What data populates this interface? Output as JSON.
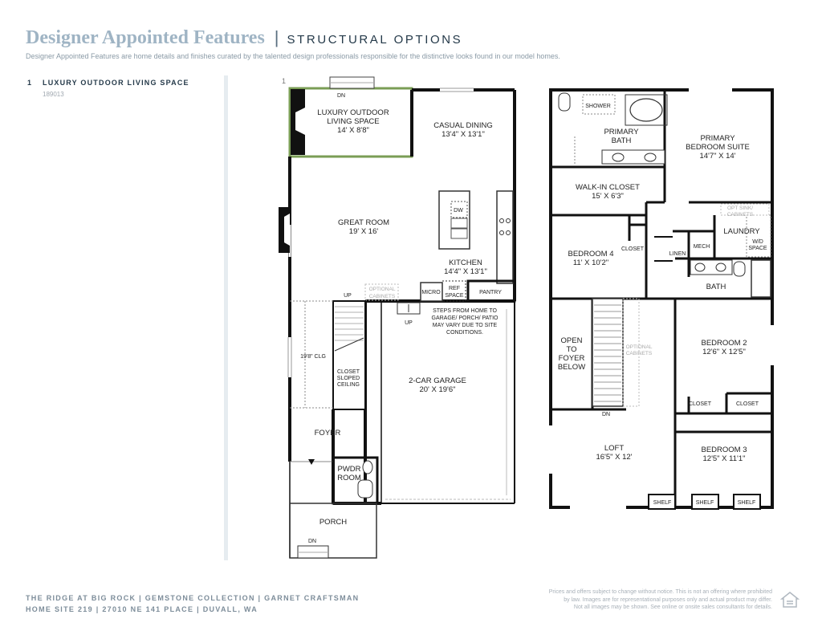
{
  "header": {
    "title": "Designer Appointed Features",
    "separator": "|",
    "subtitle": "STRUCTURAL OPTIONS",
    "description": "Designer Appointed Features are home details and finishes curated by the talented design professionals responsible for the distinctive looks found in our model homes."
  },
  "features": [
    {
      "number": "1",
      "name": "LUXURY OUTDOOR LIVING SPACE",
      "code": "189013"
    }
  ],
  "plan_marker": "1",
  "colors": {
    "highlight": "#7a9d55",
    "accent": "#9fb4c4",
    "navy": "#243949"
  },
  "first_floor": {
    "outdoor": [
      "LUXURY OUTDOOR",
      "LIVING SPACE",
      "14' X 8'8\""
    ],
    "dining": [
      "CASUAL DINING",
      "13'4\" X 13'1\""
    ],
    "great_room": [
      "GREAT ROOM",
      "19' X 16'"
    ],
    "kitchen": [
      "KITCHEN",
      "14'4\" X 13'1\""
    ],
    "dw": "DW",
    "micro": "MICRO",
    "ref": [
      "REF",
      "SPACE"
    ],
    "pantry": "PANTRY",
    "optional_cabinets": [
      "OPTIONAL",
      "CABINETS"
    ],
    "steps_note": [
      "STEPS FROM HOME TO",
      "GARAGE/ PORCH/ PATIO",
      "MAY VARY DUE TO SITE",
      "CONDITIONS."
    ],
    "garage": [
      "2-CAR GARAGE",
      "20' X 19'6\""
    ],
    "ceiling": "19'8\" CLG",
    "closet": [
      "CLOSET",
      "SLOPED",
      "CEILING"
    ],
    "foyer": "FOYER",
    "powder": [
      "PWDR",
      "ROOM"
    ],
    "porch": "PORCH",
    "up": "UP",
    "dn": "DN"
  },
  "second_floor": {
    "shower": "SHOWER",
    "primary_bath": [
      "PRIMARY",
      "BATH"
    ],
    "primary_suite": [
      "PRIMARY",
      "BEDROOM SUITE",
      "14'7\" X 14'"
    ],
    "walk_in": [
      "WALK-IN CLOSET",
      "15' X 6'3\""
    ],
    "opt_sink": [
      "OPT SINK/",
      "CABINETS"
    ],
    "laundry": "LAUNDRY",
    "wd": [
      "W/D",
      "SPACE"
    ],
    "bedroom4": [
      "BEDROOM 4",
      "11' X 10'2\""
    ],
    "closet": "CLOSET",
    "linen": "LINEN",
    "mech": "MECH",
    "bath": "BATH",
    "open_to_foyer": [
      "OPEN",
      "TO",
      "FOYER",
      "BELOW"
    ],
    "optional_cabinets": [
      "OPTIONAL",
      "CABINETS"
    ],
    "bedroom2": [
      "BEDROOM 2",
      "12'6\" X 12'5\""
    ],
    "bedroom3": [
      "BEDROOM 3",
      "12'5\" X 11'1\""
    ],
    "loft": [
      "LOFT",
      "16'5\" X 12'"
    ],
    "shelf": "SHELF",
    "dn": "DN"
  },
  "footer": {
    "line1": "THE RIDGE AT BIG ROCK  |  GEMSTONE COLLECTION  |  GARNET CRAFTSMAN",
    "line2": "HOME SITE 219  |  27010 NE 141 PLACE  |  DUVALL, WA",
    "disclaimer": [
      "Prices and offers subject to change without notice. This is not an offering where prohibited",
      "by law. Images are for representational purposes only and actual product may differ.",
      "Not all images may be shown. See online or onsite sales consultants for details."
    ]
  }
}
